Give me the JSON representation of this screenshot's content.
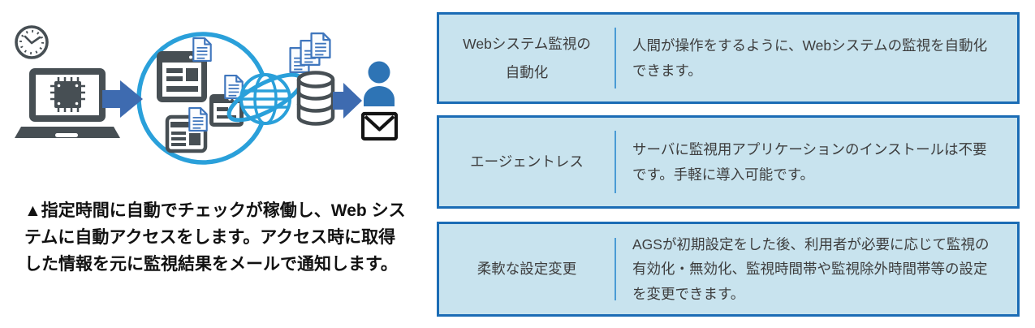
{
  "illustration": {
    "caption": "▲指定時間に自動でチェックが稼働し、Web システムに自動アクセスをします。アクセス時に取得した情報を元に監視結果をメールで通知します。",
    "icons": [
      "clock-icon",
      "laptop-icon",
      "cpu-chip-icon",
      "arrow-right-icon",
      "web-system-circle",
      "browser-window-icon",
      "document-icon",
      "globe-icon",
      "database-icon",
      "user-icon",
      "email-icon"
    ],
    "colors": {
      "icon_dark_gray": "#474f54",
      "accent_bright_blue": "#2aa0da",
      "arrow_blue": "#3e6bb0",
      "document_blue": "#3f76bd",
      "person_blue": "#2e74b5",
      "envelope_black": "#141414"
    }
  },
  "features": {
    "colors": {
      "box_background": "#c8e3ee",
      "box_border": "#1b6cb5",
      "divider": "#4a9bd5",
      "text": "#3d3d3d"
    },
    "boxes": [
      {
        "label": "Webシステム監視の\n自動化",
        "description": "人間が操作をするように、Webシステムの監視を自動化できます。"
      },
      {
        "label": "エージェントレス",
        "description": "サーバに監視用アプリケーションのインストールは不要です。手軽に導入可能です。"
      },
      {
        "label": "柔軟な設定変更",
        "description": "AGSが初期設定をした後、利用者が必要に応じて監視の有効化・無効化、監視時間帯や監視除外時間帯等の設定を変更できます。"
      }
    ]
  }
}
